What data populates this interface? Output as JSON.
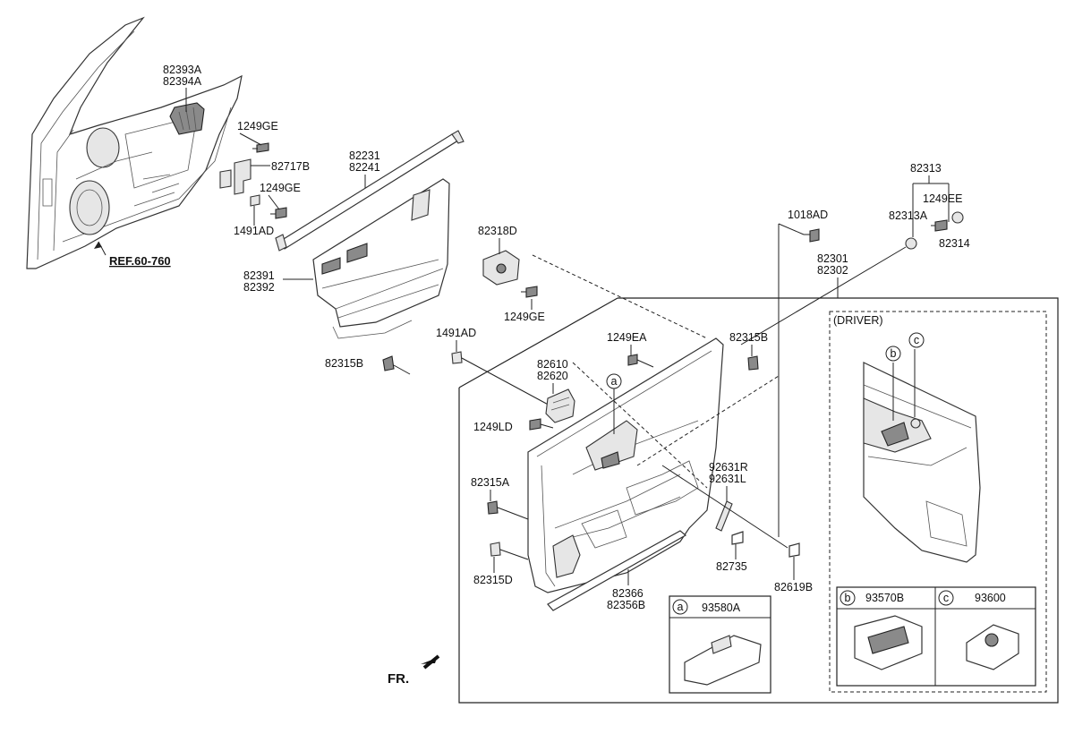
{
  "labels": {
    "p82393A": "82393A",
    "p82394A": "82394A",
    "p1249GE_a": "1249GE",
    "p82717B": "82717B",
    "p1249GE_b": "1249GE",
    "p1491AD_a": "1491AD",
    "ref": "REF.60-760",
    "p82231": "82231",
    "p82241": "82241",
    "p82391": "82391",
    "p82392": "82392",
    "p82315B_a": "82315B",
    "p82318D": "82318D",
    "p1249GE_c": "1249GE",
    "p1491AD_b": "1491AD",
    "p1249EA": "1249EA",
    "p82610": "82610",
    "p82620": "82620",
    "p1249LD": "1249LD",
    "p82315A": "82315A",
    "p82315D": "82315D",
    "p82366": "82366",
    "p82356B": "82356B",
    "p92631R": "92631R",
    "p92631L": "92631L",
    "p82735": "82735",
    "p82619B": "82619B",
    "p1018AD": "1018AD",
    "p82301": "82301",
    "p82302": "82302",
    "p82315B_b": "82315B",
    "p82313": "82313",
    "p1249EE": "1249EE",
    "p82313A": "82313A",
    "p82314": "82314",
    "driver": "(DRIVER)",
    "fr": "FR."
  },
  "callouts": {
    "a": "a",
    "b": "b",
    "c": "c"
  },
  "inset_boxes": {
    "a_label": "a",
    "a_part": "93580A",
    "b_label": "b",
    "b_part": "93570B",
    "c_label": "c",
    "c_part": "93600"
  },
  "icons": {
    "front_arrow": "arrow-front-left-icon",
    "callout_marker": "circled-letter-icon"
  }
}
